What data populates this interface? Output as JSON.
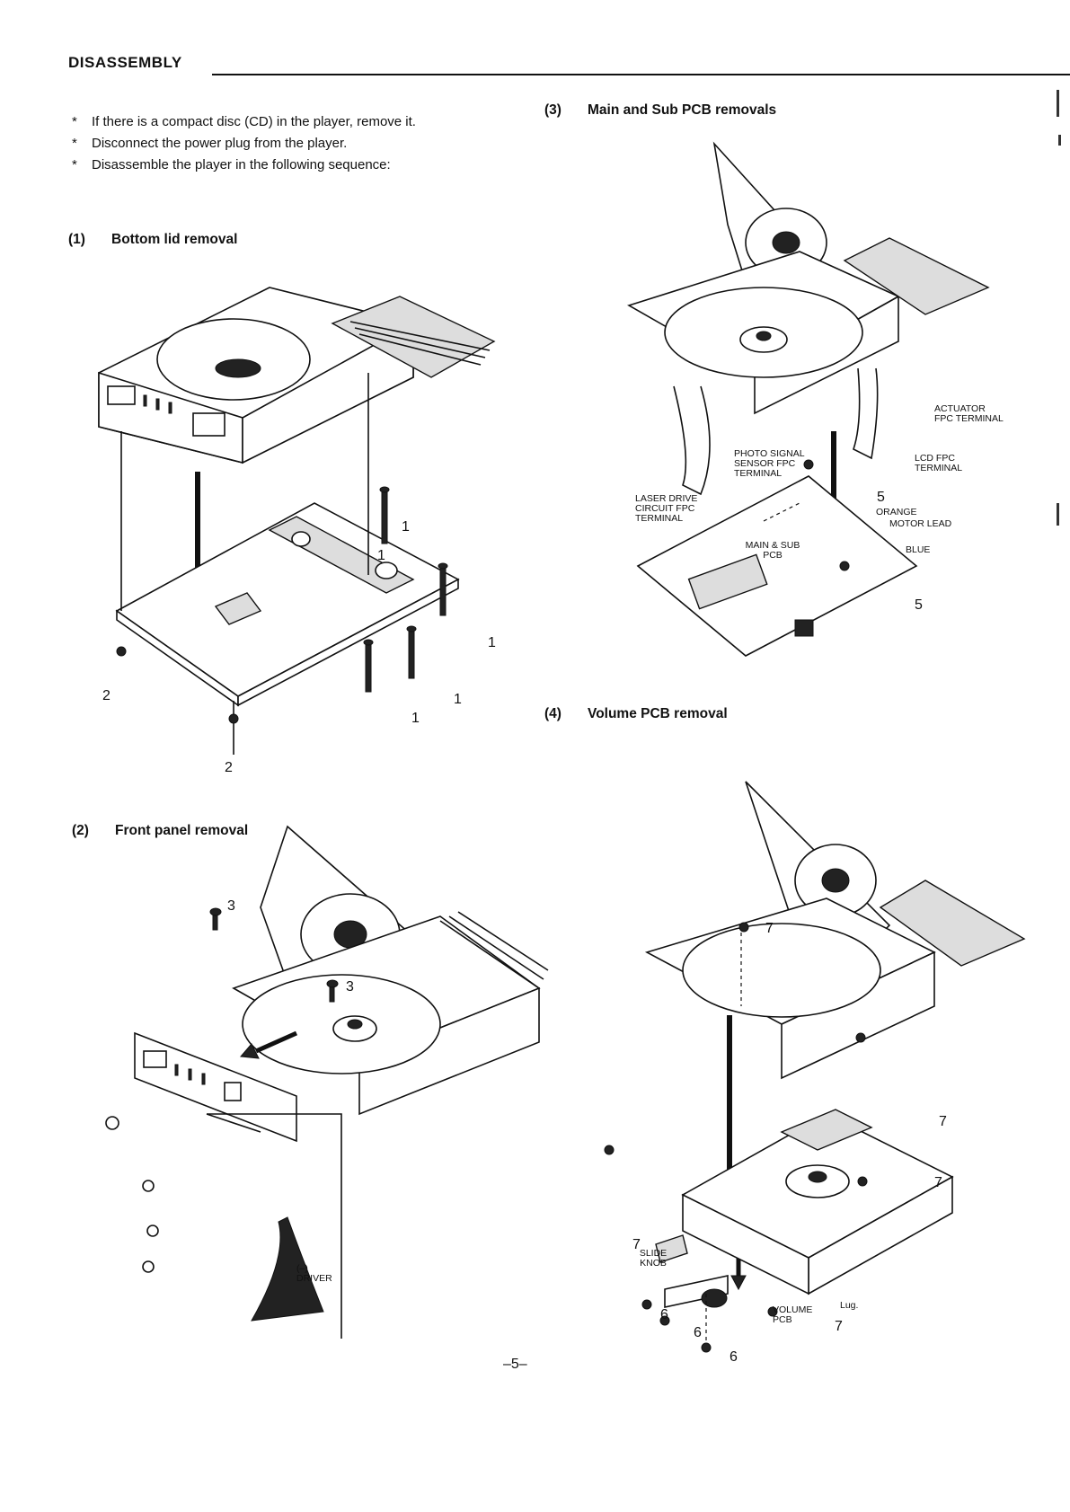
{
  "header": {
    "title": "DISASSEMBLY"
  },
  "intro": {
    "bullet_char": "*",
    "items": [
      "If there is a compact disc (CD) in the player, remove it.",
      "Disconnect the power plug from the player.",
      "Disassemble the player in the following sequence:"
    ]
  },
  "sections": {
    "s1": {
      "num": "(1)",
      "title": "Bottom lid removal"
    },
    "s2": {
      "num": "(2)",
      "title": "Front panel removal"
    },
    "s3": {
      "num": "(3)",
      "title": "Main and Sub PCB removals"
    },
    "s4": {
      "num": "(4)",
      "title": "Volume PCB removal"
    }
  },
  "fig1": {
    "callouts": [
      "1",
      "1",
      "1",
      "1",
      "1",
      "2",
      "2"
    ]
  },
  "fig2": {
    "callouts": [
      "3",
      "3"
    ],
    "driver_label_1": "(–)",
    "driver_label_2": "DRIVER"
  },
  "fig3": {
    "labels": {
      "actuator": "ACTUATOR FPC TERMINAL",
      "lcd": "LCD FPC TERMINAL",
      "photo": "PHOTO SIGNAL SENSOR FPC TERMINAL",
      "laser": "LASER DRIVE CIRCUIT FPC TERMINAL",
      "main_sub": "MAIN & SUB PCB",
      "orange": "ORANGE",
      "motor_lead": "MOTOR LEAD",
      "blue": "BLUE"
    },
    "callouts": [
      "5",
      "5"
    ]
  },
  "fig4": {
    "labels": {
      "slide_knob": "SLIDE KNOB",
      "volume_pcb": "VOLUME PCB",
      "lug": "Lug."
    },
    "callouts": [
      "7",
      "7",
      "7",
      "7",
      "7",
      "6",
      "6",
      "6"
    ]
  },
  "footer": {
    "page_number": "–5–"
  }
}
